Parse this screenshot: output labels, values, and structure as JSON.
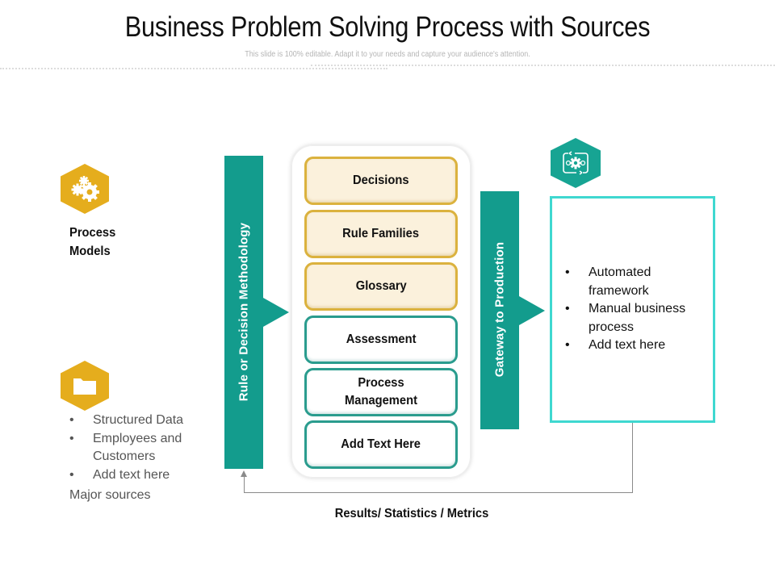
{
  "header": {
    "title": "Business Problem Solving Process with Sources",
    "subtitle": "This slide is 100% editable. Adapt it to your needs and capture your audience's attention."
  },
  "left": {
    "process_models": {
      "icon": "gears-icon",
      "label_line1": "Process",
      "label_line2": "Models"
    },
    "major_sources": {
      "icon": "folder-icon",
      "bullets": [
        "Structured Data",
        "Employees and Customers",
        "Add text here"
      ],
      "caption": "Major sources"
    }
  },
  "methodology_bar": {
    "label": "Rule or Decision Methodology"
  },
  "stages": [
    {
      "label": "Decisions",
      "style": "gold"
    },
    {
      "label": "Rule Families",
      "style": "gold"
    },
    {
      "label": "Glossary",
      "style": "gold"
    },
    {
      "label": "Assessment",
      "style": "teal"
    },
    {
      "label": "Process Management",
      "style": "teal"
    },
    {
      "label": "Add Text Here",
      "style": "teal"
    }
  ],
  "gateway_bar": {
    "label": "Gateway to Production"
  },
  "output": {
    "icon": "automation-gear-icon",
    "bullets": [
      "Automated framework",
      "Manual business process",
      "Add text here"
    ]
  },
  "feedback": {
    "label": "Results/ Statistics / Metrics"
  },
  "colors": {
    "gold": "#e5ad1d",
    "teal": "#139c8d",
    "cyan_border": "#3fd8d0",
    "gold_fill": "#fbf1dc"
  }
}
